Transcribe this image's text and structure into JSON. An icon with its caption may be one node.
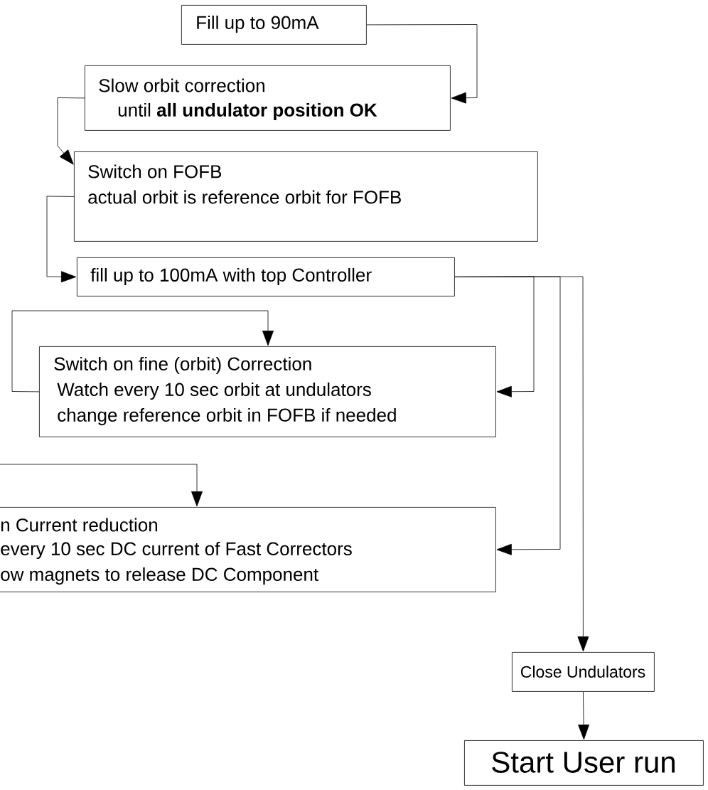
{
  "diagram": {
    "nodes": [
      {
        "text": [
          "Fill up to 90mA"
        ]
      },
      {
        "text": [
          "Slow orbit correction",
          "until **all undulator position OK**"
        ]
      },
      {
        "text": [
          "Switch on FOFB",
          "actual orbit is reference orbit for FOFB"
        ]
      },
      {
        "text": [
          "fill up to 100mA with top Controller"
        ]
      },
      {
        "text": [
          "Switch on fine (orbit) Correction",
          "Watch every 10 sec orbit at undulators",
          "change reference orbit in FOFB if needed"
        ]
      },
      {
        "text": [
          "n Current reduction",
          "every 10 sec DC current of Fast Correctors",
          "ow magnets to release DC Component"
        ]
      },
      {
        "text": [
          "Close Undulators"
        ]
      },
      {
        "text": [
          "Start User run"
        ]
      }
    ],
    "edges": [
      {
        "from": 0,
        "to": 1,
        "arrow": "to"
      },
      {
        "from": 1,
        "to": 2,
        "arrow": "to"
      },
      {
        "from": 2,
        "to": 3,
        "arrow": "to"
      },
      {
        "from": 3,
        "to": 4,
        "arrow": "to"
      },
      {
        "from": 3,
        "to": 5,
        "arrow": "to"
      },
      {
        "from": 3,
        "to": 6,
        "arrow": "to"
      },
      {
        "from": 6,
        "to": 7,
        "arrow": "to"
      },
      {
        "from": 4,
        "to": 4,
        "arrow": "to"
      },
      {
        "from": null,
        "to": 5,
        "arrow": "to"
      }
    ]
  }
}
